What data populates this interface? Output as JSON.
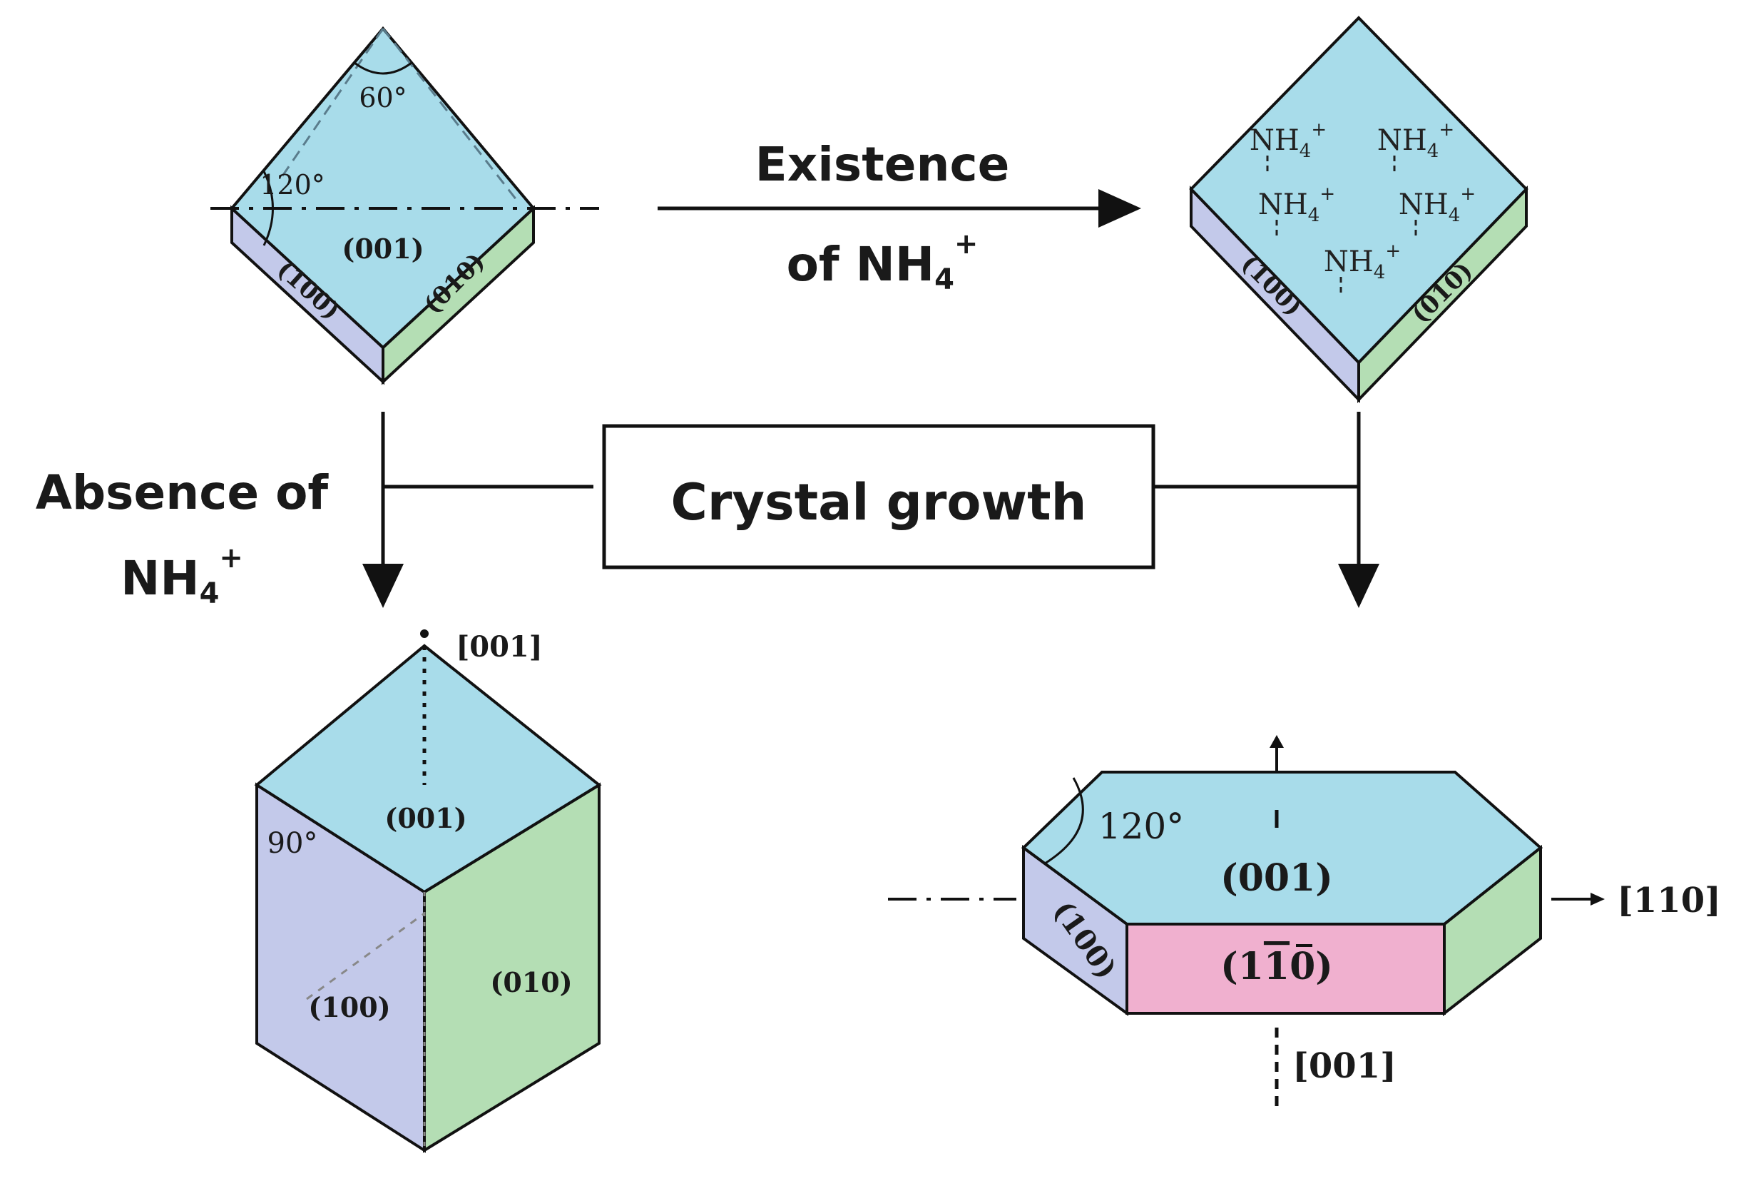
{
  "process": {
    "top_arrow_label_line1": "Existence",
    "top_arrow_label_line2": "of NH",
    "top_arrow_label_sub": "4",
    "top_arrow_label_sup": "+",
    "left_arrow_label_line1": "Absence of",
    "left_arrow_label_line2": "NH",
    "left_arrow_label_sub": "4",
    "left_arrow_label_sup": "+",
    "center_box_label": "Crystal growth"
  },
  "crystal_top_left": {
    "angle_top": "60°",
    "angle_left": "120°",
    "face_top": "(001)",
    "face_left": "(100)",
    "face_right": "(010)"
  },
  "crystal_top_right": {
    "ions": [
      "NH4+",
      "NH4+",
      "NH4+",
      "NH4+",
      "NH4+"
    ],
    "ion_base": "NH",
    "ion_sub": "4",
    "ion_sup": "+",
    "face_left": "(100)",
    "face_right": "(010)"
  },
  "crystal_bottom_left": {
    "axis_label": "[001]",
    "angle": "90°",
    "face_top": "(001)",
    "face_left": "(100)",
    "face_right": "(010)"
  },
  "crystal_bottom_right": {
    "angle": "120°",
    "face_top": "(001)",
    "face_left": "(100)",
    "face_front": "(1",
    "face_front_bar": "1",
    "face_front_end": "0)",
    "axis_right_label": "[110]",
    "axis_bottom_label": "[001]"
  },
  "colors": {
    "top_face": "#a8dcea",
    "left_face": "#c3c9ea",
    "right_face": "#b4deb4",
    "front_face": "#f0b0cf",
    "line": "#111111"
  }
}
